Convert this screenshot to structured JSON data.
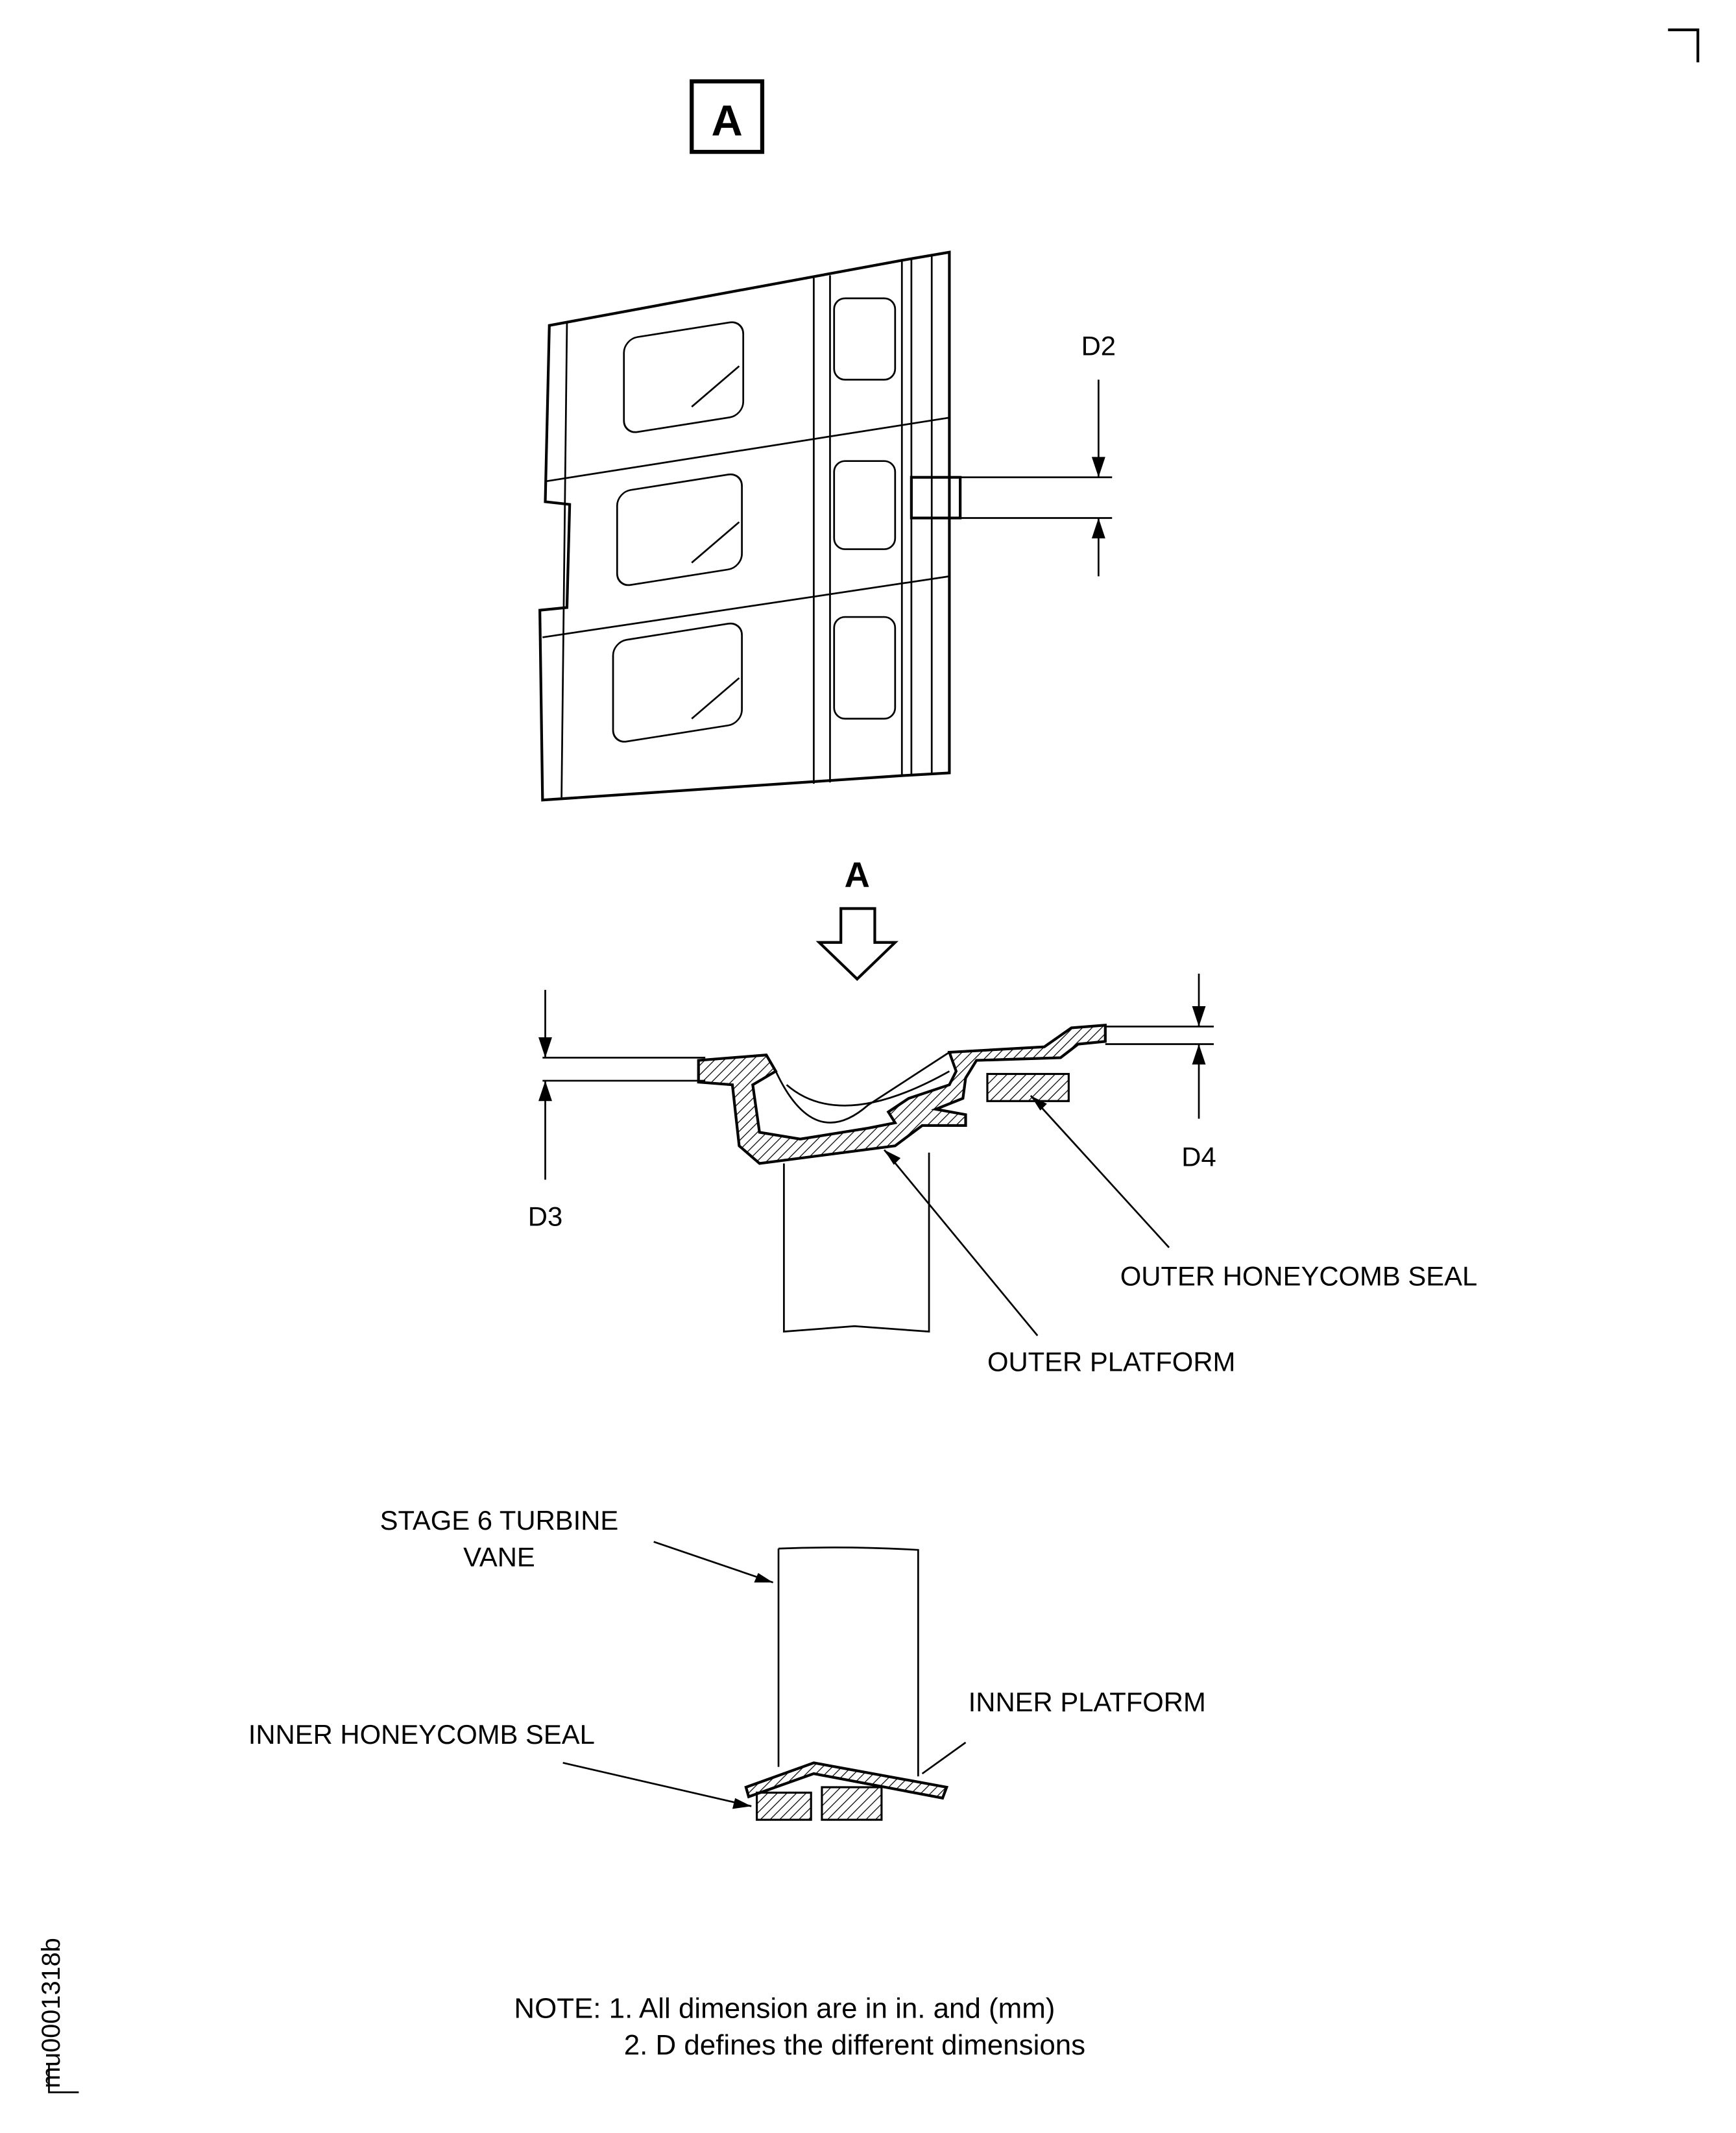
{
  "view_label": "A",
  "view_arrow_label": "A",
  "dimensions": {
    "d2": "D2",
    "d3": "D3",
    "d4": "D4"
  },
  "callouts": {
    "outer_honeycomb_seal": "OUTER HONEYCOMB SEAL",
    "outer_platform": "OUTER PLATFORM",
    "stage6_vane_line1": "STAGE 6 TURBINE",
    "stage6_vane_line2": "VANE",
    "inner_platform": "INNER PLATFORM",
    "inner_honeycomb_seal": "INNER HONEYCOMB SEAL"
  },
  "notes": {
    "line1": "NOTE: 1. All dimension are in in. and (mm)",
    "line2": "2. D defines the different dimensions"
  },
  "figure_id": "mu0001318b"
}
